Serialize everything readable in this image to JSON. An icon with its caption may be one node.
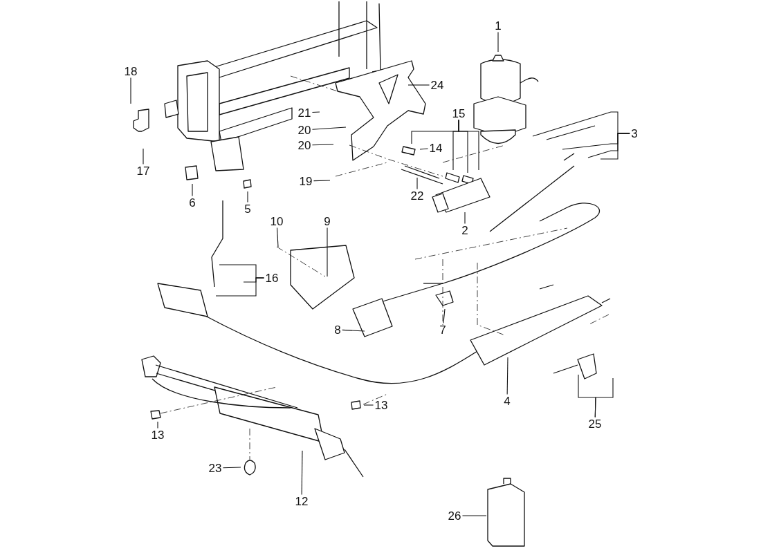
{
  "diagram": {
    "nodes": [
      {
        "text": [
          "1"
        ]
      },
      {
        "text": [
          "18"
        ]
      },
      {
        "text": [
          "24"
        ]
      },
      {
        "text": [
          "21"
        ]
      },
      {
        "text": [
          "15"
        ]
      },
      {
        "text": [
          "20"
        ]
      },
      {
        "text": [
          "3"
        ]
      },
      {
        "text": [
          "20"
        ]
      },
      {
        "text": [
          "14"
        ]
      },
      {
        "text": [
          "17"
        ]
      },
      {
        "text": [
          "19"
        ]
      },
      {
        "text": [
          "22"
        ]
      },
      {
        "text": [
          "6"
        ]
      },
      {
        "text": [
          "5"
        ]
      },
      {
        "text": [
          "10"
        ]
      },
      {
        "text": [
          "9"
        ]
      },
      {
        "text": [
          "2"
        ]
      },
      {
        "text": [
          "16"
        ]
      },
      {
        "text": [
          "8"
        ]
      },
      {
        "text": [
          "7"
        ]
      },
      {
        "text": [
          "4"
        ]
      },
      {
        "text": [
          "13"
        ]
      },
      {
        "text": [
          "25"
        ]
      },
      {
        "text": [
          "13"
        ]
      },
      {
        "text": [
          "23"
        ]
      },
      {
        "text": [
          "12"
        ]
      },
      {
        "text": [
          "26"
        ]
      }
    ],
    "edges": [
      {
        "from": 0,
        "to": null,
        "arrow": "none"
      },
      {
        "from": 1,
        "to": null,
        "arrow": "none"
      },
      {
        "from": 2,
        "to": null,
        "arrow": "none"
      },
      {
        "from": 3,
        "to": null,
        "arrow": "none"
      },
      {
        "from": 4,
        "to": null,
        "arrow": "none"
      },
      {
        "from": 4,
        "to": null,
        "arrow": "none"
      },
      {
        "from": 4,
        "to": null,
        "arrow": "none"
      },
      {
        "from": 4,
        "to": null,
        "arrow": "none"
      },
      {
        "from": 5,
        "to": null,
        "arrow": "none"
      },
      {
        "from": 6,
        "to": null,
        "arrow": "none"
      },
      {
        "from": 6,
        "to": null,
        "arrow": "none"
      },
      {
        "from": 6,
        "to": null,
        "arrow": "none"
      },
      {
        "from": 6,
        "to": null,
        "arrow": "none"
      },
      {
        "from": 7,
        "to": null,
        "arrow": "none"
      },
      {
        "from": 8,
        "to": null,
        "arrow": "none"
      },
      {
        "from": 9,
        "to": null,
        "arrow": "none"
      },
      {
        "from": 10,
        "to": null,
        "arrow": "none"
      },
      {
        "from": 11,
        "to": null,
        "arrow": "none"
      },
      {
        "from": 12,
        "to": null,
        "arrow": "none"
      },
      {
        "from": 13,
        "to": null,
        "arrow": "none"
      },
      {
        "from": 14,
        "to": null,
        "arrow": "none"
      },
      {
        "from": 15,
        "to": null,
        "arrow": "none"
      },
      {
        "from": 16,
        "to": null,
        "arrow": "none"
      },
      {
        "from": 17,
        "to": null,
        "arrow": "none"
      },
      {
        "from": 17,
        "to": null,
        "arrow": "none"
      },
      {
        "from": 17,
        "to": null,
        "arrow": "none"
      },
      {
        "from": 18,
        "to": null,
        "arrow": "none"
      },
      {
        "from": 19,
        "to": null,
        "arrow": "none"
      },
      {
        "from": 20,
        "to": null,
        "arrow": "none"
      },
      {
        "from": 21,
        "to": null,
        "arrow": "none"
      },
      {
        "from": 22,
        "to": null,
        "arrow": "none"
      },
      {
        "from": 22,
        "to": null,
        "arrow": "none"
      },
      {
        "from": 23,
        "to": null,
        "arrow": "none"
      },
      {
        "from": 24,
        "to": null,
        "arrow": "none"
      },
      {
        "from": 25,
        "to": null,
        "arrow": "none"
      },
      {
        "from": 26,
        "to": null,
        "arrow": "none"
      }
    ]
  }
}
